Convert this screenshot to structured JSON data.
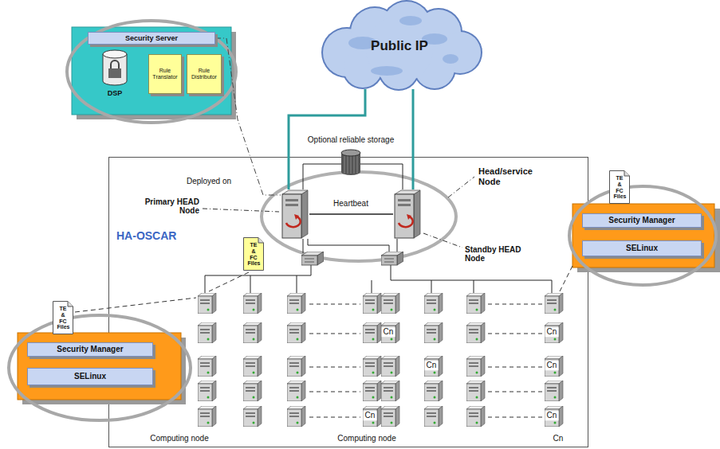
{
  "diagram": {
    "nodes": [
      {
        "text": [
          "Security Server"
        ]
      },
      {
        "text": [
          "DSP"
        ]
      },
      {
        "text": [
          "Rule Translator"
        ]
      },
      {
        "text": [
          "Rule Distributor"
        ]
      },
      {
        "text": [
          "Public IP"
        ]
      },
      {
        "text": [
          "HA-OSCAR"
        ]
      },
      {
        "text": [
          "Primary HEAD Node"
        ],
        "in": 5
      },
      {
        "text": [
          "Standby HEAD Node"
        ],
        "in": 5
      },
      {
        "text": [
          "Optional reliable storage"
        ]
      },
      {
        "text": [
          "TE & FC Files"
        ]
      },
      {
        "text": [
          "Security Manager"
        ]
      },
      {
        "text": [
          "SELinux"
        ]
      },
      {
        "text": [
          "TE & FC Files"
        ],
        "in": 5
      },
      {
        "text": [
          "TE & FC Files"
        ]
      },
      {
        "text": [
          "Security Manager"
        ]
      },
      {
        "text": [
          "SELinux"
        ]
      }
    ],
    "edges": [
      {
        "from": 4,
        "to": 6,
        "arrow": "none"
      },
      {
        "from": 4,
        "to": 7,
        "arrow": "none"
      },
      {
        "from": 6,
        "to": 7,
        "label": "Heartbeat",
        "arrow": "none"
      },
      {
        "from": 8,
        "to": 6,
        "arrow": "none"
      },
      {
        "from": 8,
        "to": 7,
        "arrow": "none"
      },
      {
        "from": 0,
        "to": 6,
        "label": "Deployed on",
        "arrow": "none"
      }
    ],
    "labels": [
      "Head/service Node",
      "Cn",
      "Cn",
      "Cn",
      "Cn",
      "Cn",
      "Cn",
      "Computing node",
      "Computing node",
      "Cn"
    ]
  }
}
